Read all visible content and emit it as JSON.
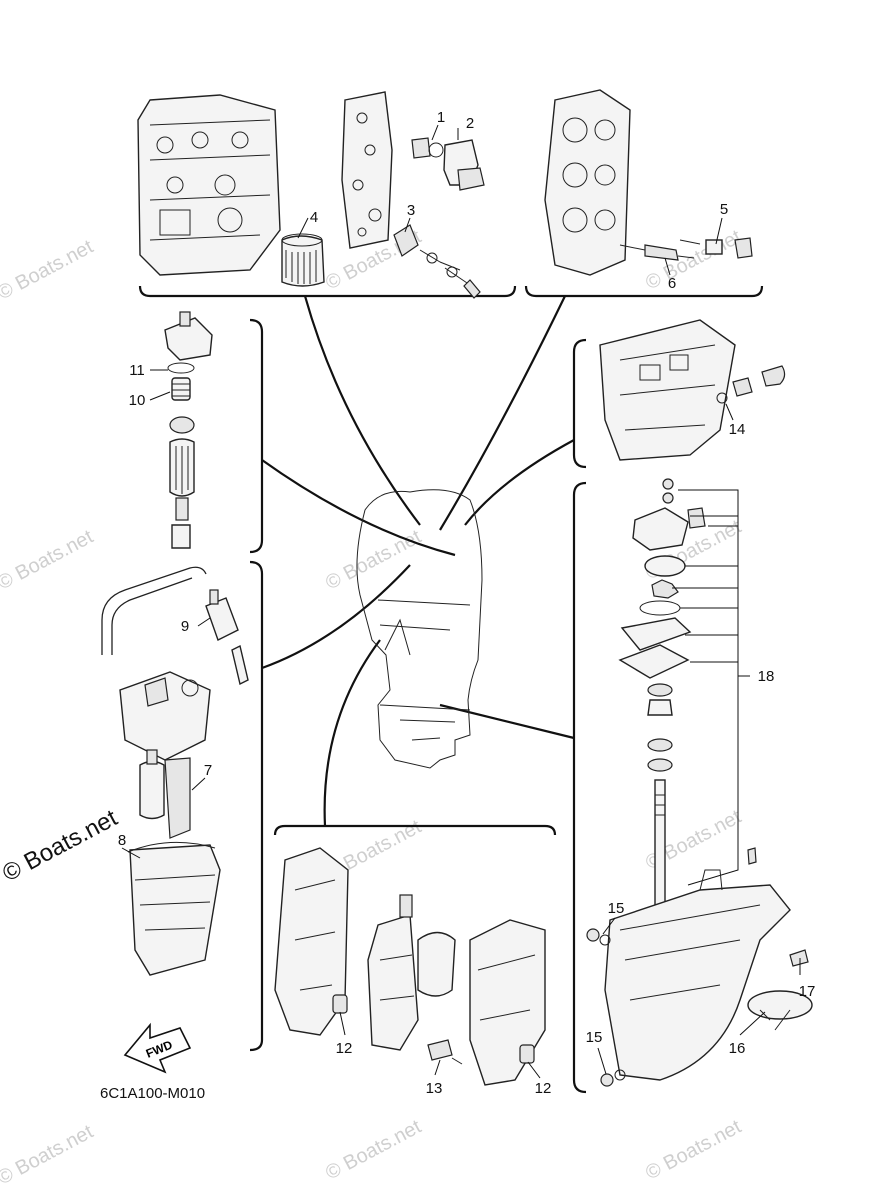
{
  "callouts": [
    {
      "id": "c1",
      "label": "1"
    },
    {
      "id": "c2",
      "label": "2"
    },
    {
      "id": "c3",
      "label": "3"
    },
    {
      "id": "c4",
      "label": "4"
    },
    {
      "id": "c5",
      "label": "5"
    },
    {
      "id": "c6",
      "label": "6"
    },
    {
      "id": "c7",
      "label": "7"
    },
    {
      "id": "c8",
      "label": "8"
    },
    {
      "id": "c9",
      "label": "9"
    },
    {
      "id": "c10",
      "label": "10"
    },
    {
      "id": "c11",
      "label": "11"
    },
    {
      "id": "c12a",
      "label": "12"
    },
    {
      "id": "c12b",
      "label": "12"
    },
    {
      "id": "c13",
      "label": "13"
    },
    {
      "id": "c14",
      "label": "14"
    },
    {
      "id": "c15a",
      "label": "15"
    },
    {
      "id": "c15b",
      "label": "15"
    },
    {
      "id": "c16",
      "label": "16"
    },
    {
      "id": "c17",
      "label": "17"
    },
    {
      "id": "c18",
      "label": "18"
    }
  ],
  "diagram_code": "6C1A100-M010",
  "fwd_label": "FWD",
  "watermark_text": "© Boats.net",
  "colors": {
    "line": "#111111",
    "watermark": "#cfcfcf"
  }
}
